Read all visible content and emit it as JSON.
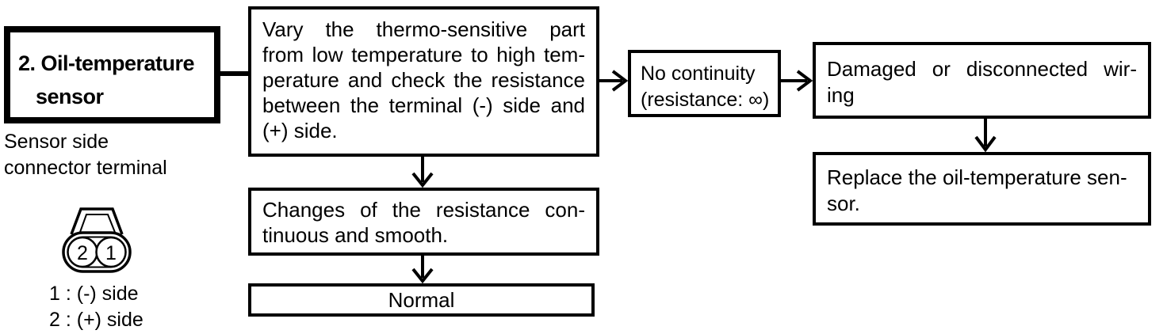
{
  "palette": {
    "ink": "#000000",
    "paper": "#ffffff"
  },
  "component_box": {
    "lines": [
      "2. Oil-temperature",
      "sensor"
    ]
  },
  "connector_caption": {
    "lines": [
      "Sensor side",
      "connector terminal"
    ]
  },
  "connector": {
    "pin_left": "2",
    "pin_right": "1",
    "legend": [
      "1 : (-) side",
      "2 : (+) side"
    ]
  },
  "flow": {
    "procedure": {
      "lines": [
        "Vary the thermo-sensitive part",
        "from low temperature to high tem-",
        "perature and check the resistance",
        "between the terminal (-) side and",
        "(+) side."
      ]
    },
    "result_ok": {
      "lines": [
        "Changes of the resistance con-",
        "tinuous and smooth."
      ]
    },
    "normal": {
      "label": "Normal"
    },
    "no_continuity": {
      "lines": [
        "No continuity",
        "(resistance: ∞)"
      ]
    },
    "damaged": {
      "lines": [
        "Damaged or disconnected wir-",
        "ing"
      ]
    },
    "replace": {
      "lines": [
        "Replace the oil-temperature sen-",
        "sor."
      ]
    }
  }
}
